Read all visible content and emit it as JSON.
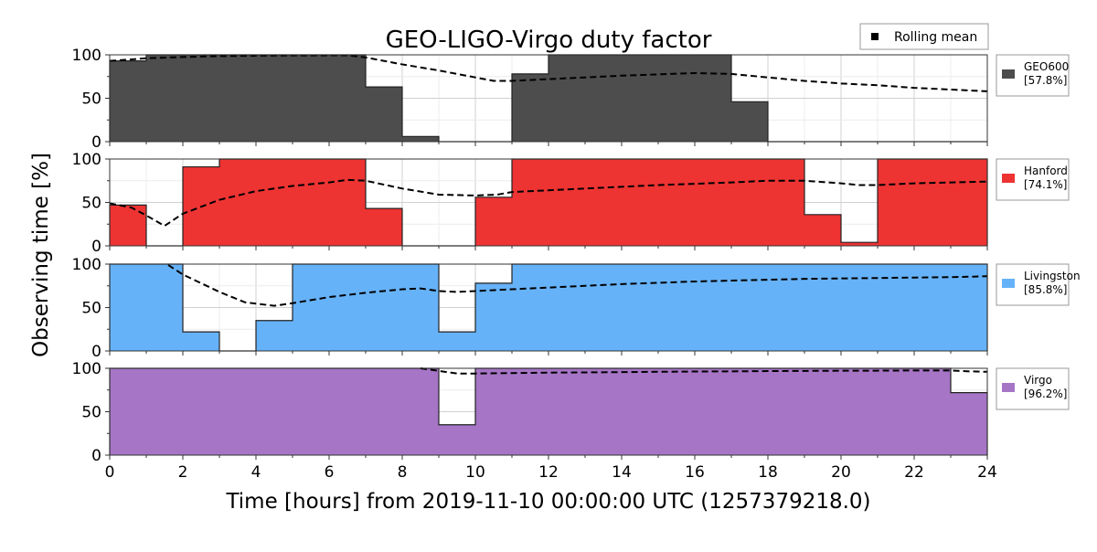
{
  "chart_data": {
    "type": "area",
    "title": "GEO-LIGO-Virgo duty factor",
    "xlabel": "Time [hours] from 2019-11-10 00:00:00 UTC (1257379218.0)",
    "ylabel": "Observing time [%]",
    "xlim": [
      0,
      24
    ],
    "ylim": [
      0,
      100
    ],
    "x_ticks": [
      0,
      2,
      4,
      6,
      8,
      10,
      12,
      14,
      16,
      18,
      20,
      22,
      24
    ],
    "y_ticks": [
      0,
      50,
      100
    ],
    "grid": true,
    "rolling_mean_legend": "Rolling mean",
    "bin_edges_hours": [
      0,
      1,
      2,
      3,
      4,
      5,
      6,
      7,
      8,
      9,
      10,
      11,
      12,
      13,
      14,
      15,
      16,
      17,
      18,
      19,
      20,
      21,
      22,
      23,
      24
    ],
    "series": [
      {
        "name": "GEO600",
        "summary": "[57.8%]",
        "color": "#4d4d4d",
        "values": [
          93,
          100,
          100,
          100,
          100,
          100,
          100,
          63,
          6,
          0,
          0,
          78,
          100,
          100,
          100,
          100,
          100,
          46,
          0,
          0,
          0,
          0,
          0,
          0
        ],
        "rolling_mean": [
          [
            0,
            93
          ],
          [
            1,
            96
          ],
          [
            2,
            97.5
          ],
          [
            3,
            98.5
          ],
          [
            4,
            99
          ],
          [
            5,
            99.3
          ],
          [
            6.5,
            99.5
          ],
          [
            7,
            97
          ],
          [
            8,
            89
          ],
          [
            9,
            82
          ],
          [
            10,
            74
          ],
          [
            10.5,
            70
          ],
          [
            11,
            70
          ],
          [
            12,
            72
          ],
          [
            13,
            74
          ],
          [
            14,
            76
          ],
          [
            15,
            77.5
          ],
          [
            16,
            79
          ],
          [
            17,
            78
          ],
          [
            18,
            74
          ],
          [
            19,
            70
          ],
          [
            20,
            67
          ],
          [
            21,
            65
          ],
          [
            22,
            62
          ],
          [
            23,
            60
          ],
          [
            24,
            58
          ]
        ]
      },
      {
        "name": "Hanford",
        "summary": "[74.1%]",
        "color": "#ee3333",
        "values": [
          47,
          0,
          91,
          100,
          100,
          100,
          100,
          43,
          0,
          0,
          56,
          100,
          100,
          100,
          100,
          100,
          100,
          100,
          100,
          36,
          4,
          100,
          100,
          100
        ],
        "rolling_mean": [
          [
            0,
            49
          ],
          [
            0.6,
            44
          ],
          [
            1,
            35
          ],
          [
            1.5,
            23
          ],
          [
            2,
            37
          ],
          [
            3,
            53
          ],
          [
            4,
            63
          ],
          [
            5,
            69
          ],
          [
            6,
            73
          ],
          [
            6.5,
            76
          ],
          [
            7,
            75
          ],
          [
            8,
            66
          ],
          [
            9,
            59
          ],
          [
            10,
            58
          ],
          [
            10.6,
            59
          ],
          [
            11,
            62
          ],
          [
            12,
            64
          ],
          [
            13,
            66
          ],
          [
            14,
            68
          ],
          [
            15,
            70
          ],
          [
            16,
            71.5
          ],
          [
            17,
            73
          ],
          [
            18,
            75
          ],
          [
            19,
            75
          ],
          [
            20,
            72
          ],
          [
            20.5,
            70
          ],
          [
            21,
            70
          ],
          [
            22,
            72
          ],
          [
            23,
            73
          ],
          [
            24,
            74
          ]
        ]
      },
      {
        "name": "Livingston",
        "summary": "[85.8%]",
        "color": "#66b2f8",
        "values": [
          100,
          100,
          22,
          0,
          35,
          100,
          100,
          100,
          100,
          22,
          78,
          100,
          100,
          100,
          100,
          100,
          100,
          100,
          100,
          100,
          100,
          100,
          100,
          100
        ],
        "rolling_mean": [
          [
            1.6,
            99
          ],
          [
            2,
            88
          ],
          [
            3,
            68
          ],
          [
            3.7,
            56
          ],
          [
            4.5,
            52
          ],
          [
            5,
            55
          ],
          [
            6,
            62
          ],
          [
            7,
            67
          ],
          [
            8,
            71
          ],
          [
            8.5,
            72
          ],
          [
            9,
            69
          ],
          [
            9.5,
            68
          ],
          [
            10,
            69
          ],
          [
            11,
            71
          ],
          [
            12,
            73
          ],
          [
            13,
            75
          ],
          [
            14,
            77
          ],
          [
            15,
            78.5
          ],
          [
            16,
            80
          ],
          [
            17,
            81
          ],
          [
            18,
            82
          ],
          [
            19,
            83
          ],
          [
            20,
            83.5
          ],
          [
            21,
            84
          ],
          [
            22,
            84.5
          ],
          [
            23,
            85
          ],
          [
            24,
            86
          ]
        ]
      },
      {
        "name": "Virgo",
        "summary": "[96.2%]",
        "color": "#a675c6",
        "values": [
          100,
          100,
          100,
          100,
          100,
          100,
          100,
          100,
          100,
          35,
          100,
          100,
          100,
          100,
          100,
          100,
          100,
          100,
          100,
          100,
          100,
          100,
          100,
          72
        ],
        "rolling_mean": [
          [
            8.5,
            100
          ],
          [
            9,
            97
          ],
          [
            9.5,
            94
          ],
          [
            10,
            94
          ],
          [
            11,
            94.5
          ],
          [
            12,
            95
          ],
          [
            13,
            95.3
          ],
          [
            14,
            95.6
          ],
          [
            15,
            96
          ],
          [
            16,
            96.3
          ],
          [
            17,
            96.5
          ],
          [
            18,
            96.8
          ],
          [
            19,
            97
          ],
          [
            20,
            97.2
          ],
          [
            21,
            97.3
          ],
          [
            22,
            97.5
          ],
          [
            23,
            97.5
          ],
          [
            23.5,
            96.5
          ],
          [
            24,
            96
          ]
        ]
      }
    ]
  }
}
